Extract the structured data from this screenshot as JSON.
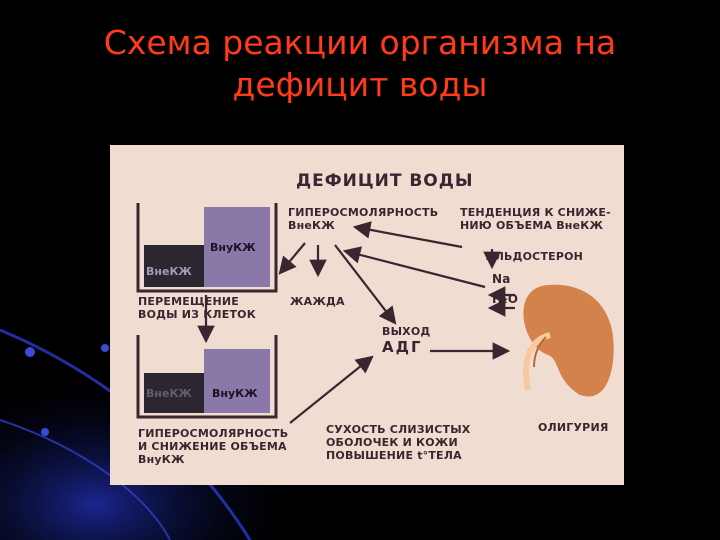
{
  "slide_title": [
    "Схема реакции организма на",
    "дефицит воды"
  ],
  "diagram": {
    "heading": "ДЕФИЦИТ ВОДЫ",
    "hyperosmolarity": [
      "ГИПЕРОСМОЛЯРНОСТЬ",
      "ВнеКЖ"
    ],
    "volume_tendency": [
      "ТЕНДЕНЦИЯ К СНИЖЕ-",
      "НИЮ ОБЪЕМА ВнеКЖ"
    ],
    "aldosterone": "АЛЬДОСТЕРОН",
    "sodium": "Na",
    "water": "H₂O",
    "movement": [
      "ПЕРЕМЕЩЕНИЕ",
      "ВОДЫ ИЗ КЛЕТОК"
    ],
    "thirst": "ЖАЖДА",
    "adh": [
      "ВЫХОД",
      "АДГ"
    ],
    "bottom_left": [
      "ГИПЕРОСМОЛЯРНОСТЬ",
      "И СНИЖЕНИЕ ОБЪЕМА",
      "ВнуКЖ"
    ],
    "dryness": [
      "СУХОСТЬ СЛИЗИСТЫХ",
      "ОБОЛОЧЕК И КОЖИ",
      "ПОВЫШЕНИЕ t°ТЕЛА"
    ],
    "oliguria": "ОЛИГУРИЯ",
    "tank1_right": "ВнуКЖ",
    "tank1_left": "ВнеКЖ",
    "tank2_right": "ВнуКЖ",
    "tank2_left": "ВнеКЖ"
  },
  "colors": {
    "title": "#ff3b1a",
    "panel": "#f1dcd2",
    "ink": "#3a2630",
    "tank_purple": "#8a78a8",
    "tank_dark": "#2c2630",
    "kidney": "#d2824a"
  }
}
